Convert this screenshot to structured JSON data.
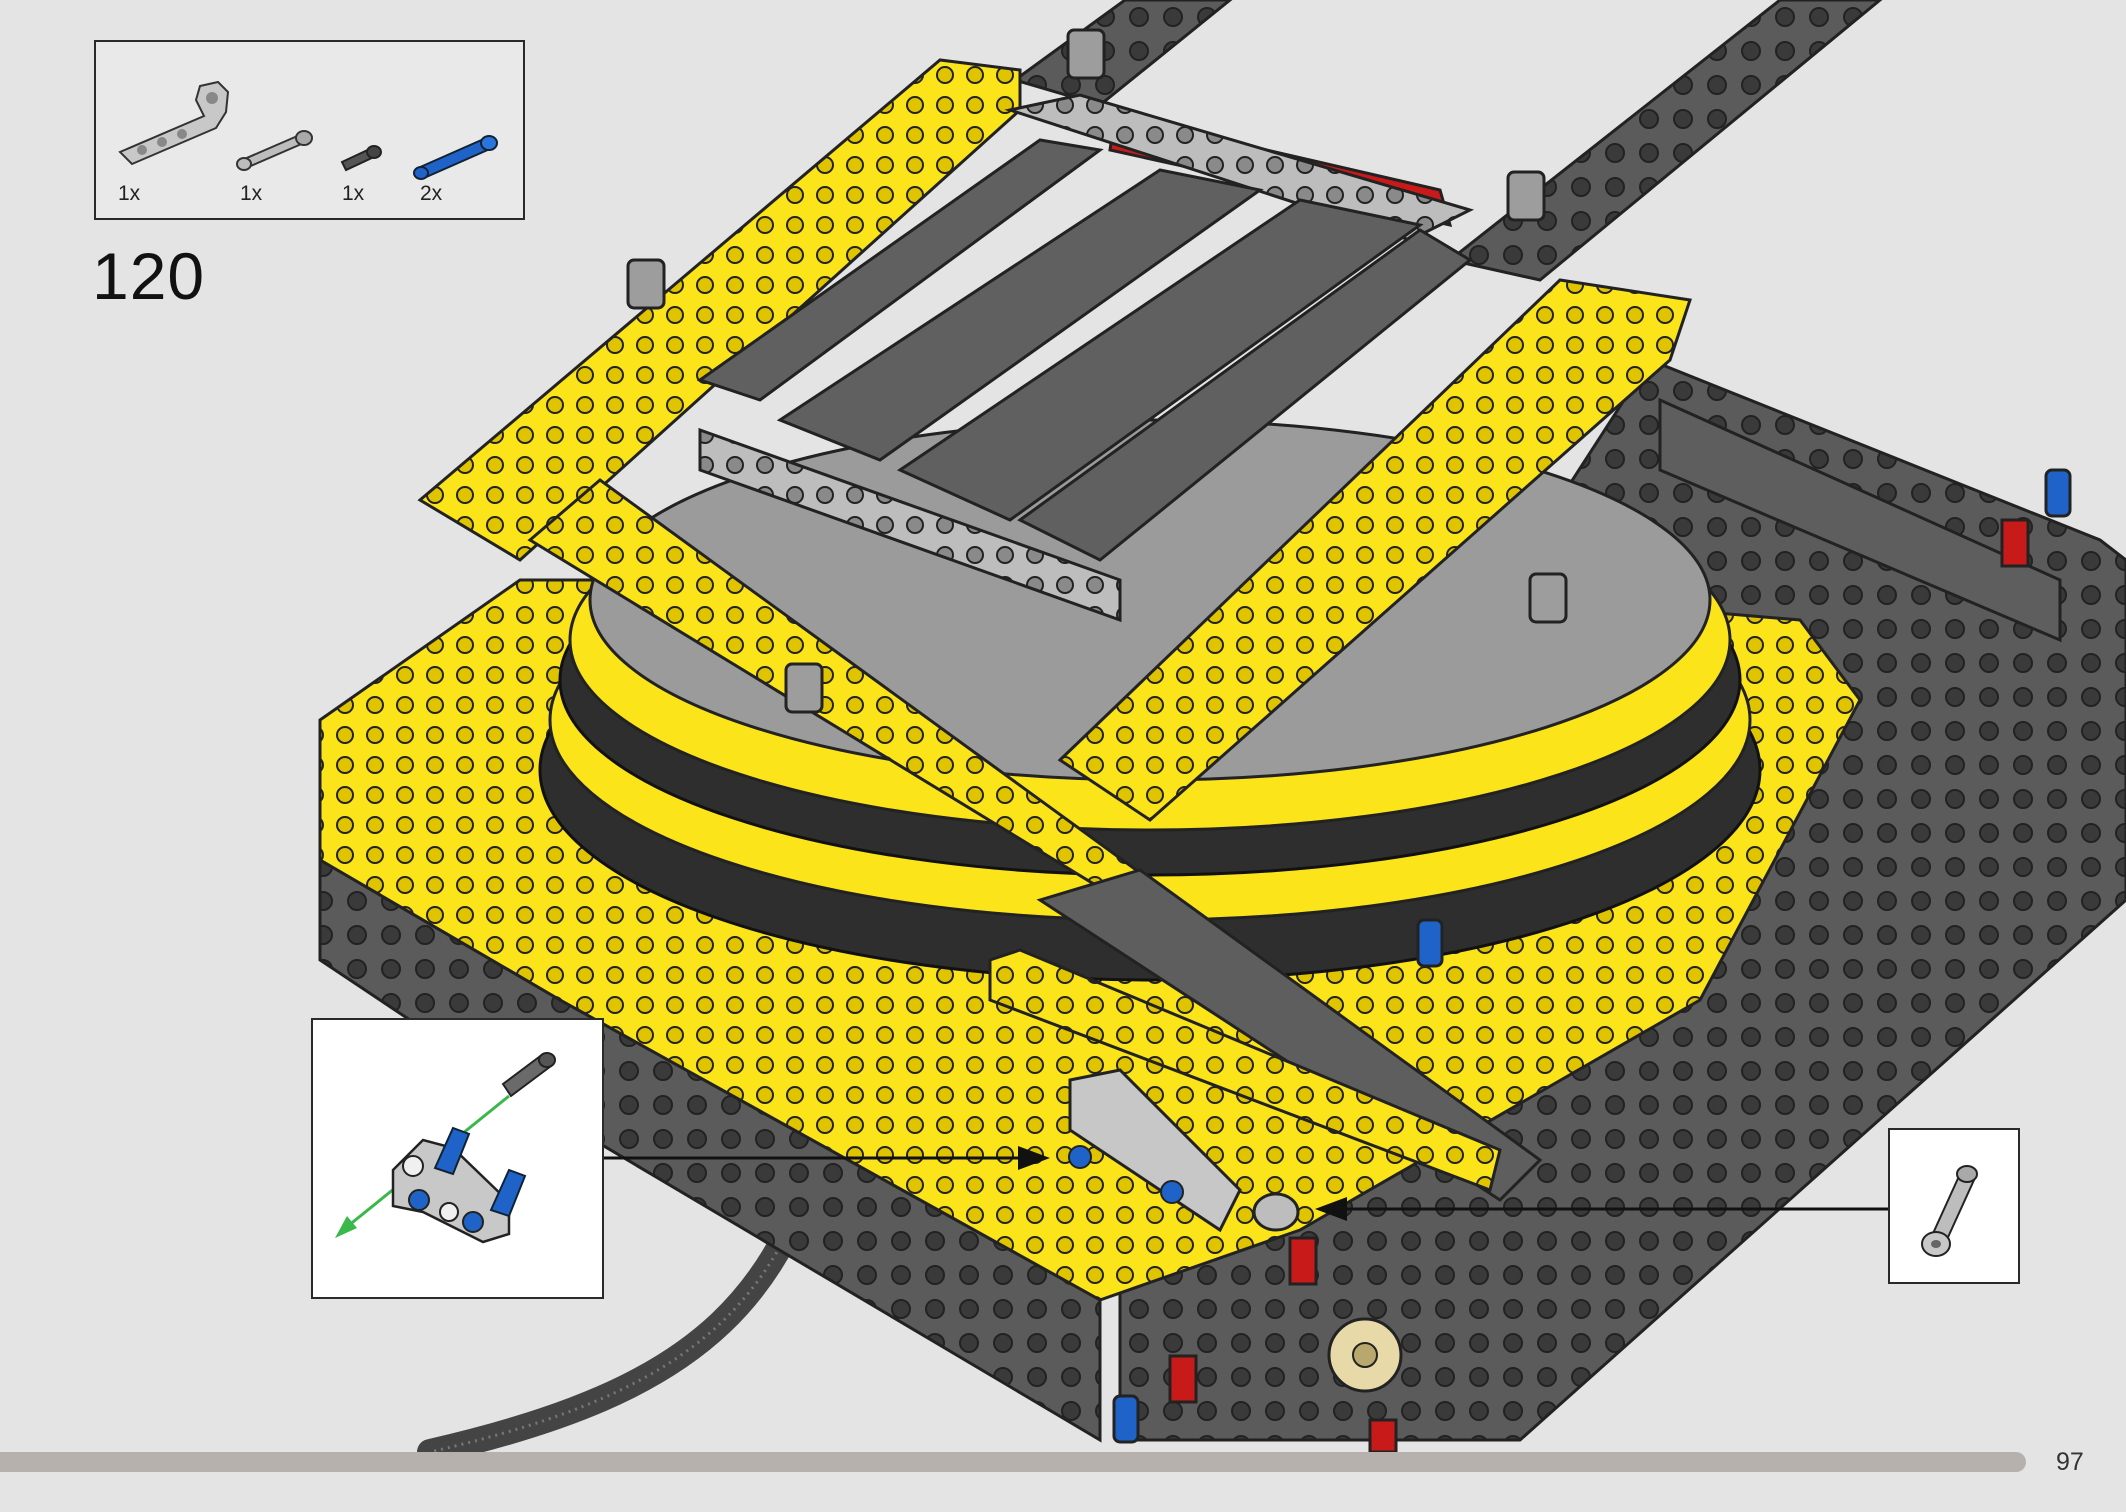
{
  "parts_list": {
    "items": [
      {
        "icon": "light-gray-angled-beam-icon",
        "qty": "1x"
      },
      {
        "icon": "light-gray-axle-pin-icon",
        "qty": "1x"
      },
      {
        "icon": "dark-gray-short-pin-icon",
        "qty": "1x"
      },
      {
        "icon": "blue-pin-icon",
        "qty": "2x"
      }
    ]
  },
  "step": {
    "number": "120"
  },
  "colors": {
    "yellow": "#fbe419",
    "dark_gray": "#5b5b5b",
    "light_gray": "#a5a5a5",
    "blue": "#1f63c9",
    "red": "#c91a1a",
    "green_arrow": "#3ab84a",
    "background": "#e4e4e4"
  },
  "callouts": {
    "left": {
      "icon": "pin-into-beam-subassembly-icon"
    },
    "right": {
      "icon": "light-gray-axle-pin-icon"
    }
  },
  "page": {
    "number": "97",
    "progress_fraction": 0.953
  }
}
